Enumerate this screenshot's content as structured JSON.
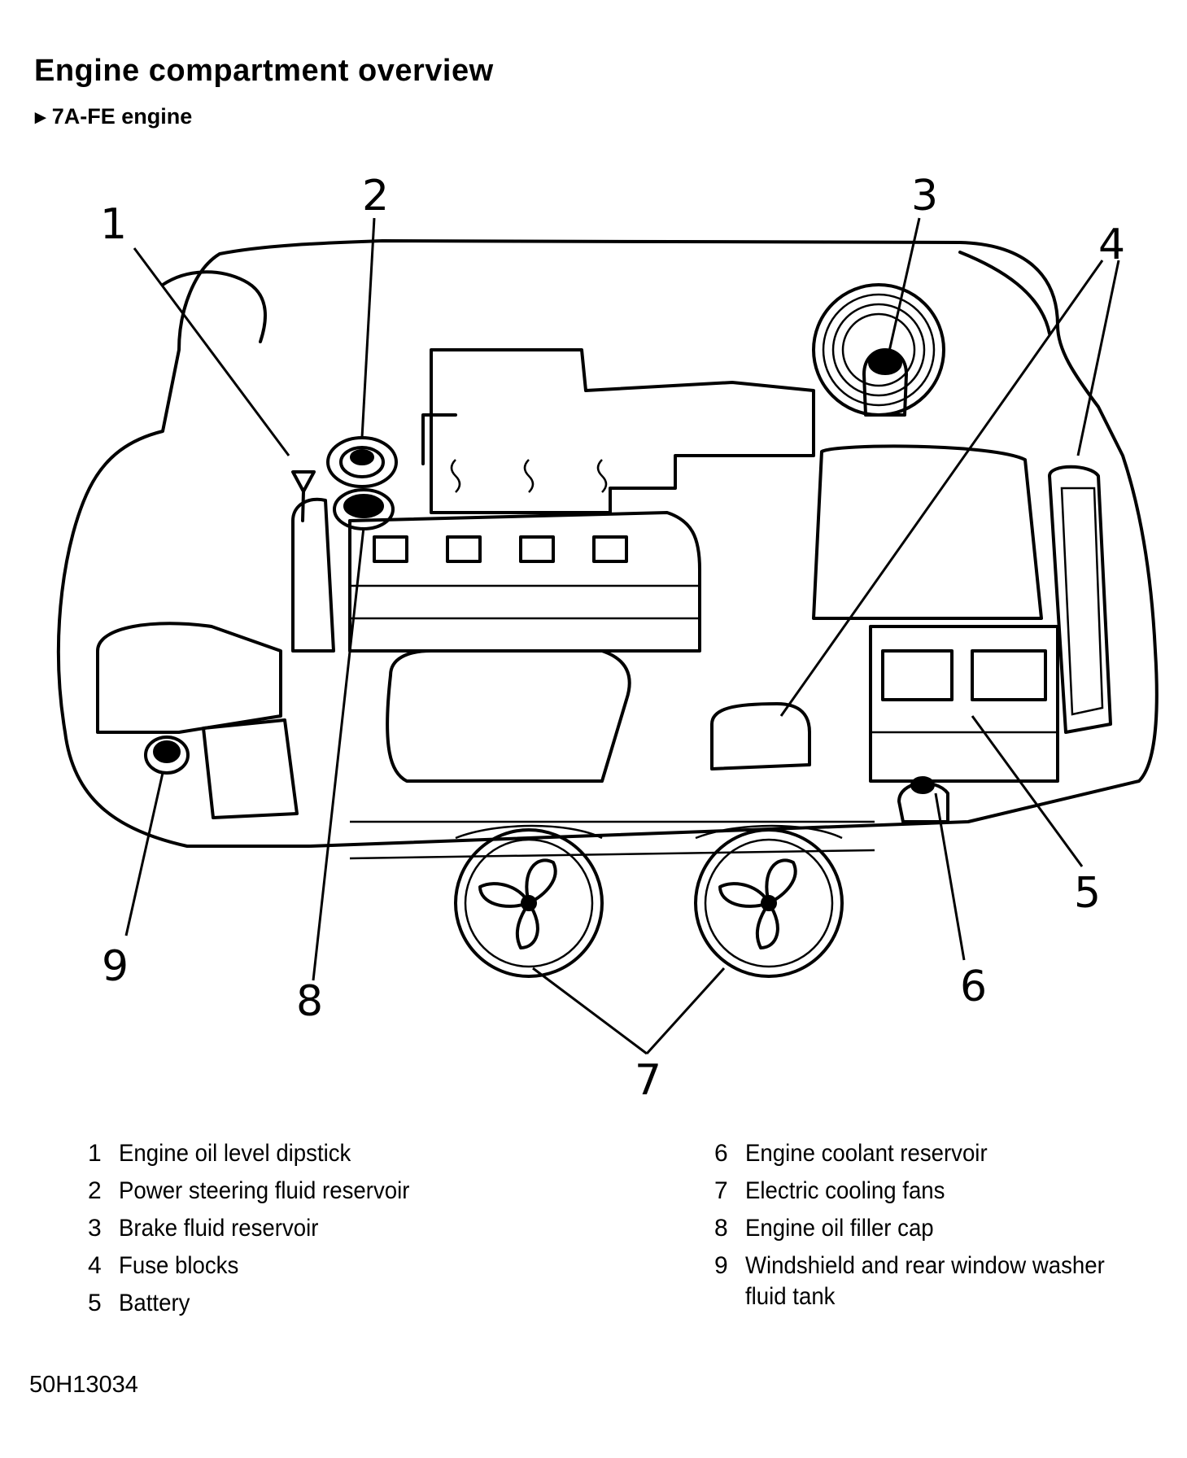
{
  "header": {
    "title": "Engine compartment overview",
    "subtitle_arrow": "►",
    "subtitle": "7A-FE engine"
  },
  "callouts": [
    "1",
    "2",
    "3",
    "4",
    "5",
    "6",
    "7",
    "8",
    "9"
  ],
  "legend": {
    "left": [
      {
        "num": "1",
        "label": "Engine oil level dipstick"
      },
      {
        "num": "2",
        "label": "Power steering fluid reservoir"
      },
      {
        "num": "3",
        "label": "Brake fluid reservoir"
      },
      {
        "num": "4",
        "label": "Fuse blocks"
      },
      {
        "num": "5",
        "label": "Battery"
      }
    ],
    "right": [
      {
        "num": "6",
        "label": "Engine coolant reservoir"
      },
      {
        "num": "7",
        "label": "Electric cooling fans"
      },
      {
        "num": "8",
        "label": "Engine oil filler cap"
      },
      {
        "num": "9",
        "label": "Windshield and rear window washer",
        "label2": "fluid tank"
      }
    ]
  },
  "figure_code": "50H13034"
}
